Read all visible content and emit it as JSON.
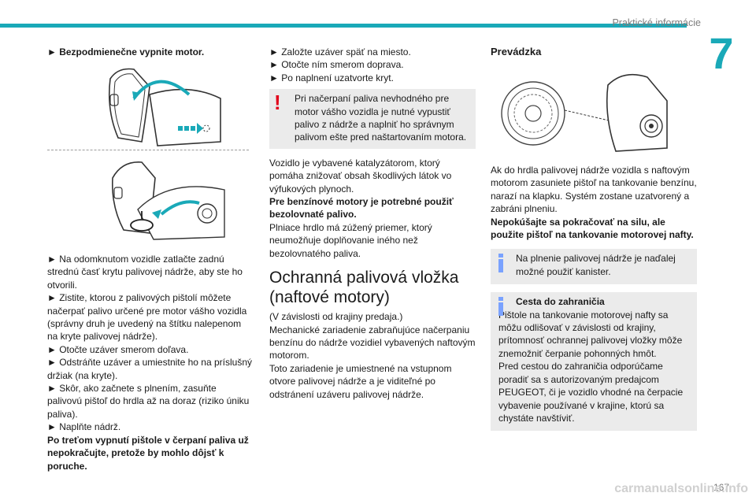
{
  "header": {
    "section": "Praktické informácie",
    "chapter": "7"
  },
  "col1": {
    "title": "► Bezpodmienečne vypnite motor.",
    "bullets": [
      "► Na odomknutom vozidle zatlačte zadnú strednú časť krytu palivovej nádrže, aby ste ho otvorili.",
      "► Zistite, ktorou z palivových pištolí môžete načerpať palivo určené pre motor vášho vozidla (správny druh je uvedený na štítku nalepenom na kryte palivovej nádrže).",
      "► Otočte uzáver smerom doľava.",
      "► Odstráňte uzáver a umiestnite ho na príslušný držiak (na kryte).",
      "► Skôr, ako začnete s plnením, zasuňte palivovú pištoľ do hrdla až na doraz (riziko úniku paliva).",
      "► Naplňte nádrž."
    ],
    "bold_end": "Po treťom vypnutí pištole v čerpaní paliva už nepokračujte, pretože by mohlo dôjsť k poruche."
  },
  "col2": {
    "bullets": [
      "► Založte uzáver späť na miesto.",
      "► Otočte ním smerom doprava.",
      "► Po naplnení uzatvorte kryt."
    ],
    "warning": "Pri načerpaní paliva nevhodného pre motor vášho vozidla je nutné vypustiť palivo z nádrže a naplniť ho správnym palivom ešte pred naštartovaním motora.",
    "p1": "Vozidlo je vybavené katalyzátorom, ktorý pomáha znižovať obsah škodlivých látok vo výfukových plynoch.",
    "p1_bold": "Pre benzínové motory je potrebné použiť bezolovnaté palivo.",
    "p1_end": "Plniace hrdlo má zúžený priemer, ktorý neumožňuje doplňovanie iného než bezolovnatého paliva.",
    "heading": "Ochranná palivová vložka (naftové motory)",
    "p2": "(V závislosti od krajiny predaja.)",
    "p3": "Mechanické zariadenie zabraňujúce načerpaniu benzínu do nádrže vozidiel vybavených naftovým motorom.",
    "p4": "Toto zariadenie je umiestnené na vstupnom otvore palivovej nádrže a je viditeľné po odstránení uzáveru palivovej nádrže."
  },
  "col3": {
    "heading": "Prevádzka",
    "p1": "Ak do hrdla palivovej nádrže vozidla s naftovým motorom zasuniete pištoľ na tankovanie benzínu, narazí na klapku. Systém zostane uzatvorený a zabráni plneniu.",
    "p1_bold": "Nepokúšajte sa pokračovať na silu, ale použite pištoľ na tankovanie motorovej nafty.",
    "info1": "Na plnenie palivovej nádrže je naďalej možné použiť kanister.",
    "info2_title": "Cesta do zahraničia",
    "info2": "Pištole na tankovanie motorovej nafty sa môžu odlišovať v závislosti od krajiny, prítomnosť ochrannej palivovej vložky môže znemožniť čerpanie pohonných hmôt.",
    "info2_b": "Pred cestou do zahraničia odporúčame poradiť sa s autorizovaným predajcom PEUGEOT, či je vozidlo vhodné na čerpacie vybavenie používané v krajine, ktorú sa chystáte navštíviť."
  },
  "footer": {
    "page": "167",
    "watermark": "carmanualsonline.info"
  },
  "colors": {
    "accent": "#1aa9b8",
    "warning": "#e2001a",
    "info": "#7aa2ff",
    "box_bg": "#ebebeb"
  }
}
